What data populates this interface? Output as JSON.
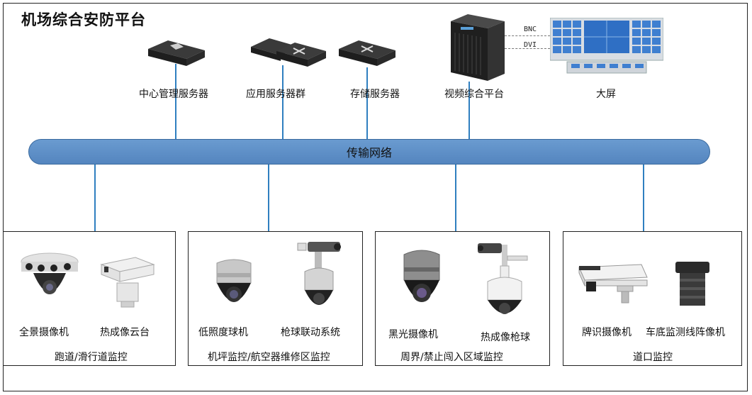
{
  "title": "机场综合安防平台",
  "servers": {
    "center": "中心管理服务器",
    "app": "应用服务器群",
    "storage": "存储服务器",
    "video": "视频综合平台",
    "screen": "大屏",
    "bnc": "BNC",
    "dvi": "DVI"
  },
  "network": "传输网络",
  "panels": [
    {
      "caption": "跑道/滑行道监控",
      "devices": [
        "全景摄像机",
        "热成像云台"
      ]
    },
    {
      "caption": "机坪监控/航空器维修区监控",
      "devices": [
        "低照度球机",
        "枪球联动系统"
      ]
    },
    {
      "caption": "周界/禁止闯入区域监控",
      "devices": [
        "黑光摄像机",
        "热成像枪球"
      ]
    },
    {
      "caption": "道口监控",
      "devices": [
        "牌识摄像机",
        "车底监测线阵像机"
      ]
    }
  ],
  "colors": {
    "bus": "#5e8fc8",
    "line": "#2f7fc0"
  }
}
